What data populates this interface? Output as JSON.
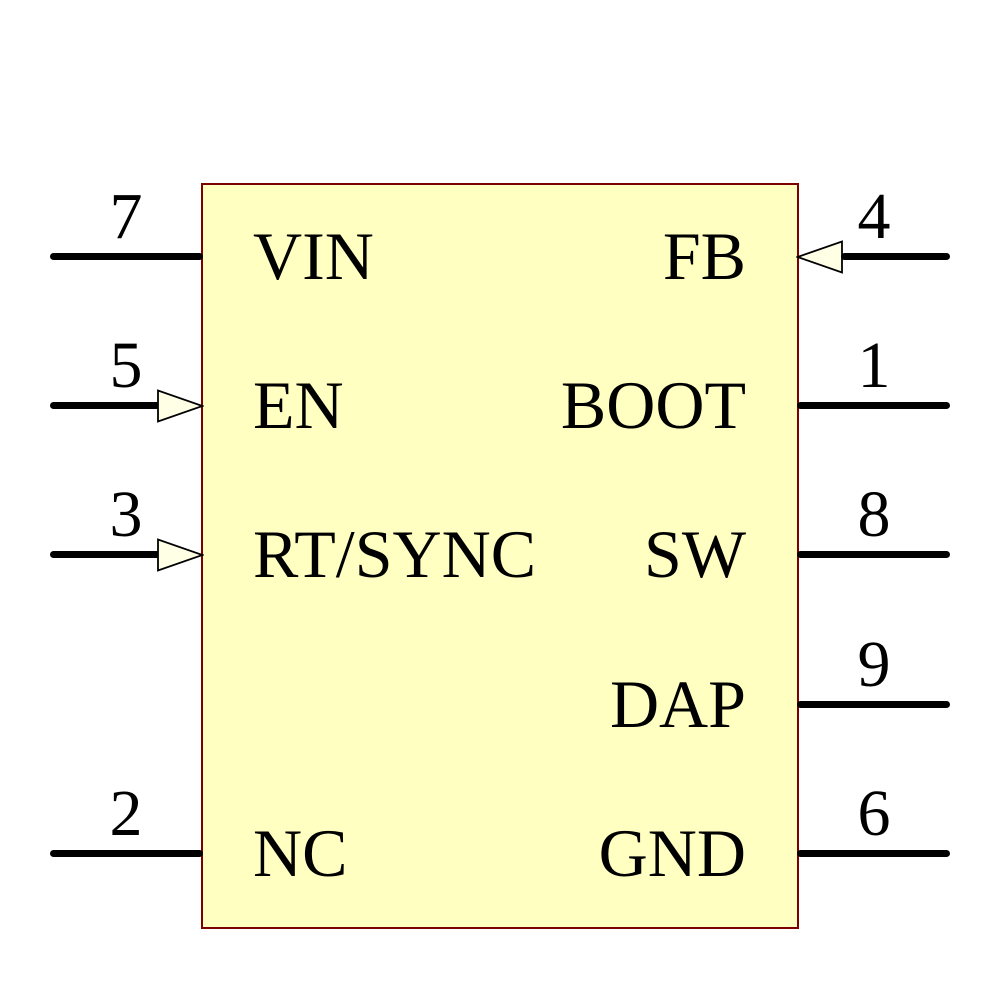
{
  "figure": {
    "type": "schematic-symbol",
    "description": "IC schematic symbol with labeled pins"
  },
  "colors": {
    "body_fill": "#FFFFC2",
    "body_border": "#7C0000",
    "pin_line": "#000000",
    "arrow_fill": "#FFFFE6",
    "background": "#FFFFFF",
    "text": "#000000"
  },
  "pins": [
    {
      "number": "7",
      "label": "VIN",
      "side": "left",
      "row": 1,
      "input_arrow": false
    },
    {
      "number": "4",
      "label": "FB",
      "side": "right",
      "row": 1,
      "input_arrow": true
    },
    {
      "number": "5",
      "label": "EN",
      "side": "left",
      "row": 2,
      "input_arrow": true
    },
    {
      "number": "1",
      "label": "BOOT",
      "side": "right",
      "row": 2,
      "input_arrow": false
    },
    {
      "number": "3",
      "label": "RT/SYNC",
      "side": "left",
      "row": 3,
      "input_arrow": true
    },
    {
      "number": "8",
      "label": "SW",
      "side": "right",
      "row": 3,
      "input_arrow": false
    },
    {
      "number": "9",
      "label": "DAP",
      "side": "right",
      "row": 4,
      "input_arrow": false
    },
    {
      "number": "2",
      "label": "NC",
      "side": "left",
      "row": 5,
      "input_arrow": false
    },
    {
      "number": "6",
      "label": "GND",
      "side": "right",
      "row": 5,
      "input_arrow": false
    }
  ]
}
